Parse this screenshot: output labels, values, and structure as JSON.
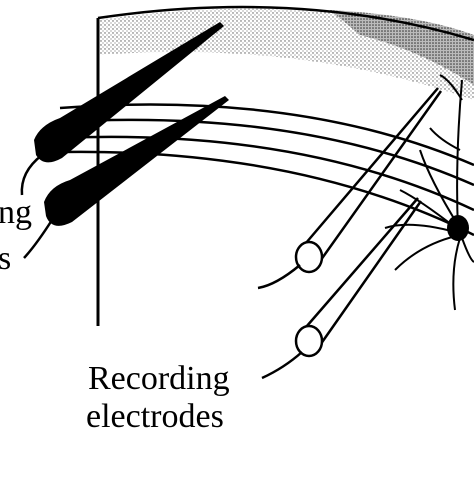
{
  "labels": {
    "stim_line1": "ng",
    "stim_line2": "s",
    "rec_line1": "Recording",
    "rec_line2": "electrodes"
  },
  "colors": {
    "ink": "#000000",
    "cortex_fill": "#c8c8c8",
    "background": "#ffffff"
  }
}
